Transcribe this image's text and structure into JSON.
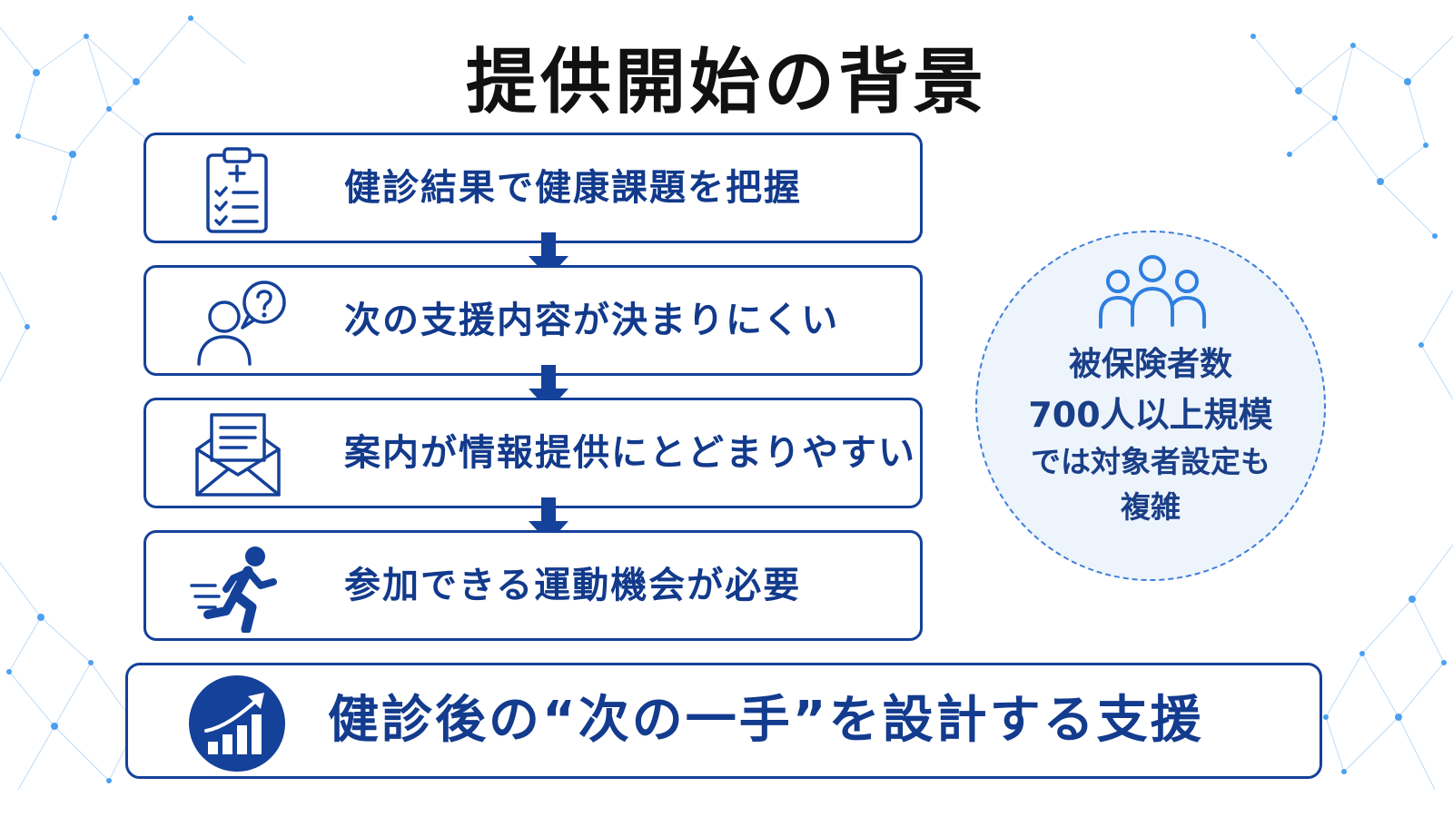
{
  "title": "提供開始の背景",
  "steps": [
    {
      "label": "健診結果で健康課題を把握",
      "icon": "clipboard-checklist-icon"
    },
    {
      "label": "次の支援内容が決まりにくい",
      "icon": "person-question-icon"
    },
    {
      "label": "案内が情報提供にとどまりやすい",
      "icon": "envelope-letter-icon"
    },
    {
      "label": "参加できる運動機会が必要",
      "icon": "running-person-icon"
    }
  ],
  "side_note": {
    "icon": "group-people-icon",
    "lines": [
      "被保険者数",
      "700人以上規模",
      "では対象者設定も",
      "複雑"
    ]
  },
  "conclusion": {
    "label": "健診後の“次の一手”を設計する支援",
    "icon": "growth-chart-icon"
  },
  "colors": {
    "primary": "#14419a",
    "text": "#123a8c",
    "accent": "#2e7fe0",
    "network": "#5aa9ee",
    "title": "#111111"
  }
}
